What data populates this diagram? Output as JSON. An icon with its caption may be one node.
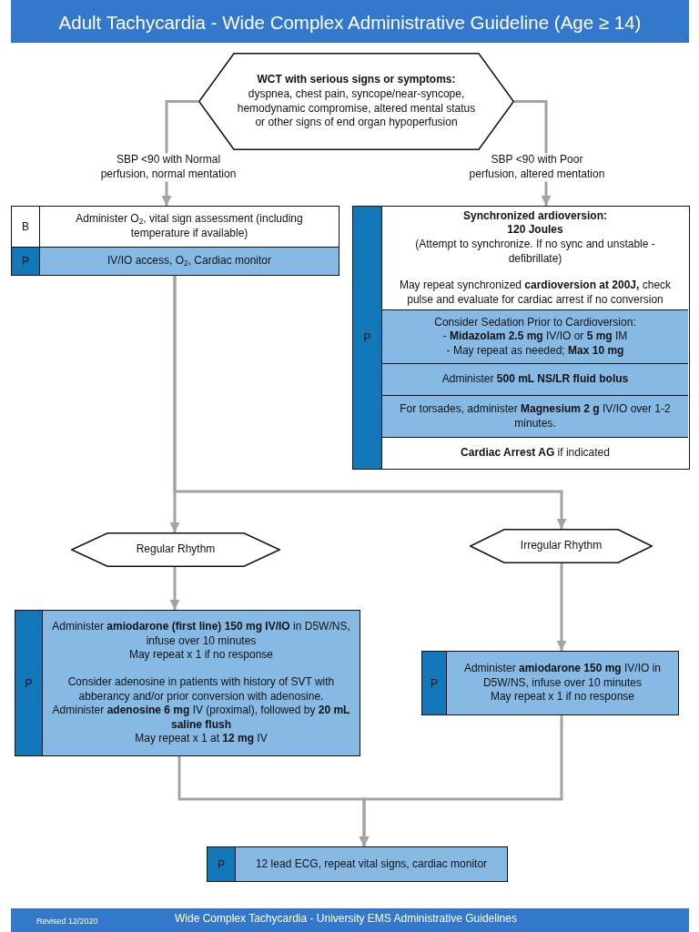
{
  "diagram": {
    "title": "Adult Tachycardia - Wide Complex Administrative Guideline (Age ≥ 14)",
    "nodes": [
      {
        "text": [
          "WCT with serious signs or symptoms:",
          "dyspnea, chest pain, syncope/near-syncope, hemodynamic compromise, altered mental status or other signs of end organ hypoperfusion"
        ]
      },
      {
        "text": [
          "B",
          "Administer O$_{2}$, vital sign assessment (including temperature if available)"
        ]
      },
      {
        "text": [
          "P",
          "IV/IO access, O$_{2}$, Cardiac monitor"
        ]
      },
      {
        "text": [
          "P"
        ]
      },
      {
        "text": [
          "Synchronized ardioversion:",
          "120 Joules",
          "(Attempt to synchronize. If no sync and unstable - defibrillate)",
          "May repeat synchronized **cardioversion at 200J,** check pulse and evaluate for cardiac arrest if no conversion"
        ],
        "in": 3
      },
      {
        "text": [
          "Consider Sedation Prior to Cardioversion:",
          "- **Midazolam 2.5 mg** IV/IO or **5 mg** IM",
          "- May repeat as needed; **Max 10 mg**"
        ],
        "in": 3
      },
      {
        "text": [
          "Administer **500 mL NS/LR fluid bolus**"
        ],
        "in": 3
      },
      {
        "text": [
          "For torsades, administer **Magnesium 2 g** IV/IO over 1-2 minutes."
        ],
        "in": 3
      },
      {
        "text": [
          "**Cardiac Arrest AG** if indicated"
        ],
        "in": 3
      },
      {
        "text": [
          "Regular Rhythm"
        ]
      },
      {
        "text": [
          "Irregular Rhythm"
        ]
      },
      {
        "text": [
          "P",
          "Administer **amiodarone (first line) 150 mg IV/IO** in D5W/NS, infuse over 10 minutes",
          "May repeat x 1 if no response",
          "Consider adenosine in patients with history of SVT with abberancy and/or prior conversion with adenosine.",
          "Administer **adenosine 6 mg** IV (proximal), followed by **20 mL saline flush**",
          "May repeat x 1 at **12 mg** IV"
        ]
      },
      {
        "text": [
          "P",
          "Administer **amiodarone 150 mg** IV/IO in D5W/NS, infuse over 10 minutes",
          "May repeat x 1 if no response"
        ]
      },
      {
        "text": [
          "P",
          "12 lead ECG, repeat vital signs, cardiac monitor"
        ]
      }
    ],
    "edges": [
      {
        "from": 0,
        "to": 1,
        "arrow": "to",
        "label": "SBP <90 with Normal perfusion, normal mentation"
      },
      {
        "from": 0,
        "to": 3,
        "arrow": "to",
        "label": "SBP <90 with Poor perfusion, altered mentation"
      },
      {
        "from": 2,
        "to": 9,
        "arrow": "to"
      },
      {
        "from": 2,
        "to": 10,
        "arrow": "to"
      },
      {
        "from": 9,
        "to": 11,
        "arrow": "to"
      },
      {
        "from": 10,
        "to": 12,
        "arrow": "to"
      },
      {
        "from": 11,
        "to": 13,
        "arrow": "to"
      },
      {
        "from": 12,
        "to": 13,
        "arrow": "to"
      }
    ],
    "labels": [
      "Revised 12/2020",
      "Wide Complex Tachycardia - University EMS Administrative Guidelines"
    ]
  }
}
